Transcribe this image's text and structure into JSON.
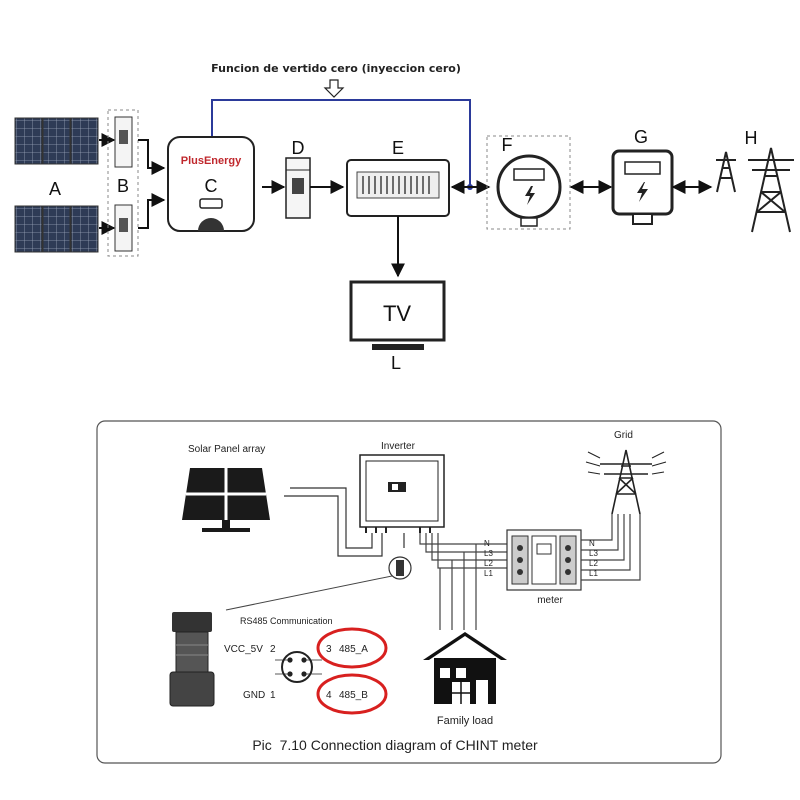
{
  "top_diagram": {
    "title": "Funcion de vertido cero (inyeccion cero)",
    "labels": {
      "A": "A",
      "B": "B",
      "C": "C",
      "D": "D",
      "E": "E",
      "F": "F",
      "G": "G",
      "H": "H",
      "L": "L"
    },
    "inverter_brand": "PlusEnergy",
    "tv_label": "TV",
    "colors": {
      "feedback_line": "#2b3a9a",
      "brand_text": "#c0282d",
      "line": "#111111"
    }
  },
  "bottom_diagram": {
    "solar_label": "Solar Panel array",
    "inverter_label": "Inverter",
    "grid_label": "Grid",
    "meter_label": "meter",
    "family_load_label": "Family load",
    "rs485_title": "RS485 Communication",
    "pins": {
      "vcc": "VCC_5V",
      "vcc_num": "2",
      "gnd": "GND",
      "gnd_num": "1",
      "a_num": "3",
      "a": "485_A",
      "b_num": "4",
      "b": "485_B"
    },
    "meter_left_terminals": [
      "N",
      "L3",
      "L2",
      "L1"
    ],
    "meter_right_terminals": [
      "N",
      "L3",
      "L2",
      "L1"
    ],
    "caption": "Pic  7.10 Connection diagram of CHINT meter",
    "colors": {
      "highlight_circle": "#d8201f",
      "frame": "#555555"
    }
  }
}
